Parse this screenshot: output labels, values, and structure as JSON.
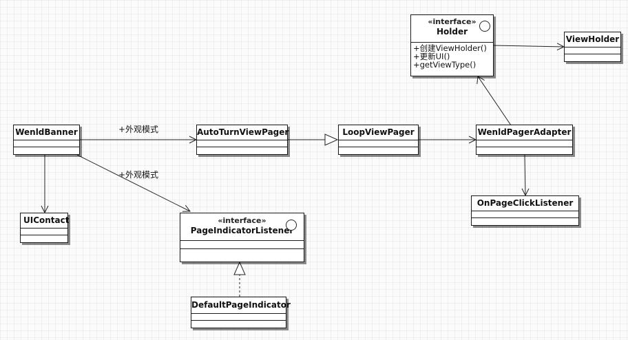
{
  "classes": {
    "wenld_banner": {
      "name": "WenldBanner"
    },
    "auto_turn_view_pager": {
      "name": "AutoTurnViewPager"
    },
    "loop_view_pager": {
      "name": "LoopViewPager"
    },
    "wenld_pager_adapter": {
      "name": "WenldPagerAdapter"
    },
    "holder": {
      "stereotype": "«interface»",
      "name": "Holder",
      "operations": [
        "+创建ViewHolder()",
        "+更新UI()",
        "+getViewType()"
      ]
    },
    "view_holder": {
      "name": "ViewHolder"
    },
    "ui_contact": {
      "name": "UIContact"
    },
    "page_indicator_listener": {
      "stereotype": "«interface»",
      "name": "PageIndicatorListener"
    },
    "default_page_indicator": {
      "name": "DefaultPageIndicator"
    },
    "on_page_click_listener": {
      "name": "OnPageClickListener"
    }
  },
  "edges": {
    "banner_to_autoturn_label": "+外观模式",
    "banner_to_indicator_label": "+外观模式"
  }
}
